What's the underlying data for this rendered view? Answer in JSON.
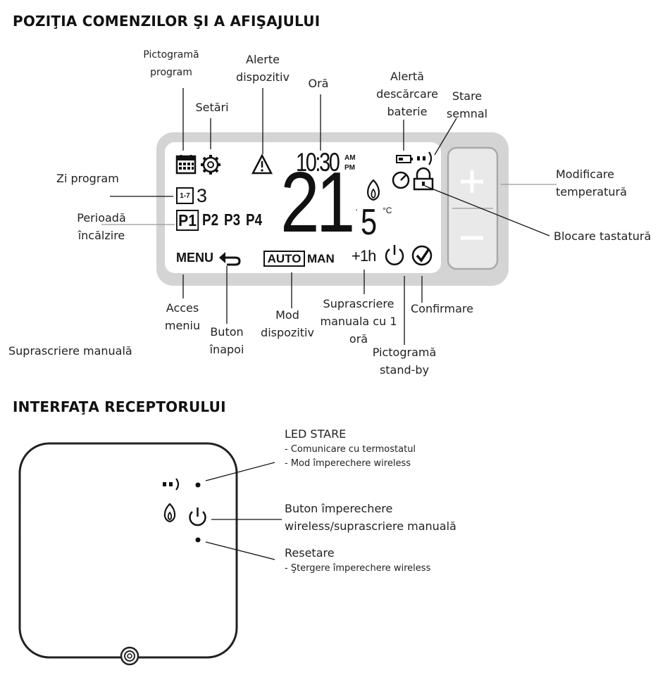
{
  "section_display": {
    "title": "POZIŢIA COMENZILOR ŞI A AFIŞAJULUI",
    "labels": {
      "program_icon": [
        "Pictogramă",
        "program"
      ],
      "settings": [
        "Setări"
      ],
      "device_alerts": [
        "Alerte",
        "dispozitiv"
      ],
      "time": [
        "Oră"
      ],
      "battery_alert": [
        "Alertă",
        "descărcare",
        "baterie"
      ],
      "signal_state": [
        "Stare",
        "semnal"
      ],
      "program_day": [
        "Zi program"
      ],
      "heating_period": [
        "Perioadă",
        "încălzire"
      ],
      "temperature_change": [
        "Modificare",
        "temperatură"
      ],
      "keypad_lock": [
        "Blocare tastatură"
      ],
      "menu_access": [
        "Acces",
        "meniu"
      ],
      "back_button": [
        "Buton",
        "înapoi"
      ],
      "device_mode": [
        "Mod",
        "dispozitiv"
      ],
      "override_1h": [
        "Suprascriere",
        "manuala cu 1",
        "oră"
      ],
      "confirm": [
        "Confirmare"
      ],
      "standby_icon": [
        "Pictogramă",
        "stand-by"
      ],
      "manual_override": [
        "Suprascriere manuală"
      ]
    },
    "lcd": {
      "clock": "10:30",
      "am": "AM",
      "pm": "PM",
      "day_badge": "1-7",
      "day_number": "3",
      "periods": [
        "P1",
        "P2",
        "P3",
        "P4"
      ],
      "temp_main": "21",
      "temp_decimal": "5",
      "unit": "°C",
      "menu": "MENU",
      "auto": "AUTO",
      "man": "MAN",
      "plus_1h": "+1h"
    },
    "keys": {
      "plus": "+",
      "minus": "−"
    }
  },
  "section_receiver": {
    "title": "INTERFAŢA RECEPTORULUI",
    "led": {
      "title": "LED STARE",
      "notes": [
        "- Comunicare cu termostatul",
        "- Mod împerechere wireless"
      ]
    },
    "pairing_button": [
      "Buton împerechere",
      "wireless/suprascriere manuală"
    ],
    "reset": {
      "title": "Resetare",
      "notes": [
        "- Ştergere împerechere wireless"
      ]
    }
  }
}
